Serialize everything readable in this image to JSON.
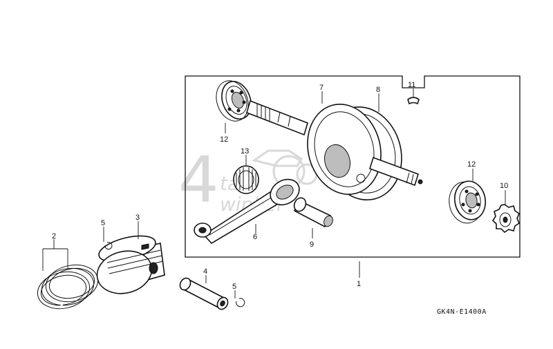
{
  "diagram": {
    "callouts": [
      {
        "id": "c1",
        "text": "1"
      },
      {
        "id": "c2",
        "text": "2"
      },
      {
        "id": "c3",
        "text": "3"
      },
      {
        "id": "c4",
        "text": "4"
      },
      {
        "id": "c5a",
        "text": "5"
      },
      {
        "id": "c5b",
        "text": "5"
      },
      {
        "id": "c6",
        "text": "6"
      },
      {
        "id": "c7",
        "text": "7"
      },
      {
        "id": "c8",
        "text": "8"
      },
      {
        "id": "c9",
        "text": "9"
      },
      {
        "id": "c10",
        "text": "10"
      },
      {
        "id": "c11",
        "text": "11"
      },
      {
        "id": "c12a",
        "text": "12"
      },
      {
        "id": "c12b",
        "text": "12"
      },
      {
        "id": "c13",
        "text": "13"
      }
    ],
    "drawing_code": "GK4N-E1400A"
  },
  "watermark": {
    "numeral": "4",
    "line1": "takt",
    "line2": "winkel"
  }
}
